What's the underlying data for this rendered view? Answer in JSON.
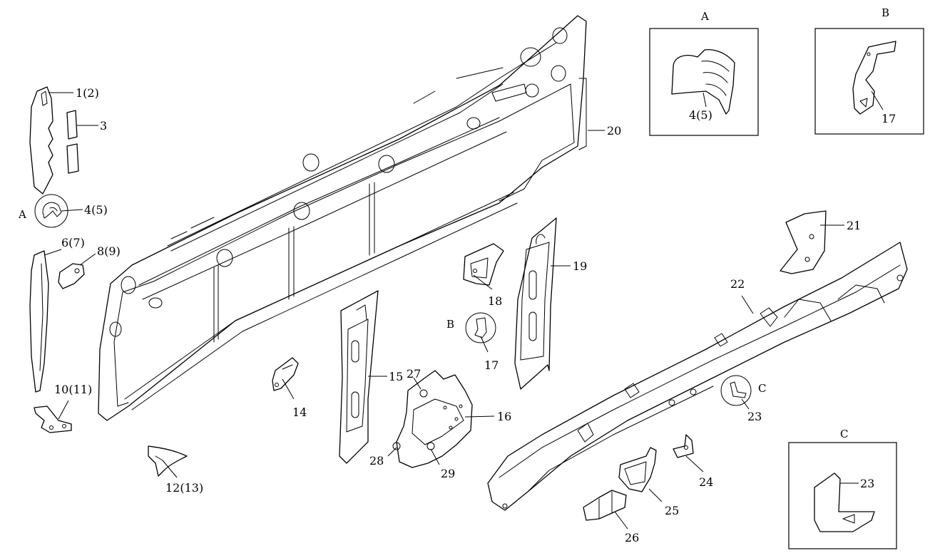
{
  "callouts": {
    "c1": "1(2)",
    "c3": "3",
    "c4a": "4(5)",
    "c4b": "4(5)",
    "c6": "6(7)",
    "c8": "8(9)",
    "c10": "10(11)",
    "c12": "12(13)",
    "c14": "14",
    "c15": "15",
    "c16": "16",
    "c17a": "17",
    "c17b": "17",
    "c18": "18",
    "c19": "19",
    "c20": "20",
    "c21": "21",
    "c22": "22",
    "c23a": "23",
    "c23b": "23",
    "c24": "24",
    "c25": "25",
    "c26": "26",
    "c27": "27",
    "c28": "28",
    "c29": "29"
  },
  "view_labels": {
    "a_small": "A",
    "b_small": "B",
    "c_small": "C",
    "a_box": "A",
    "b_box": "B",
    "c_box": "C"
  }
}
